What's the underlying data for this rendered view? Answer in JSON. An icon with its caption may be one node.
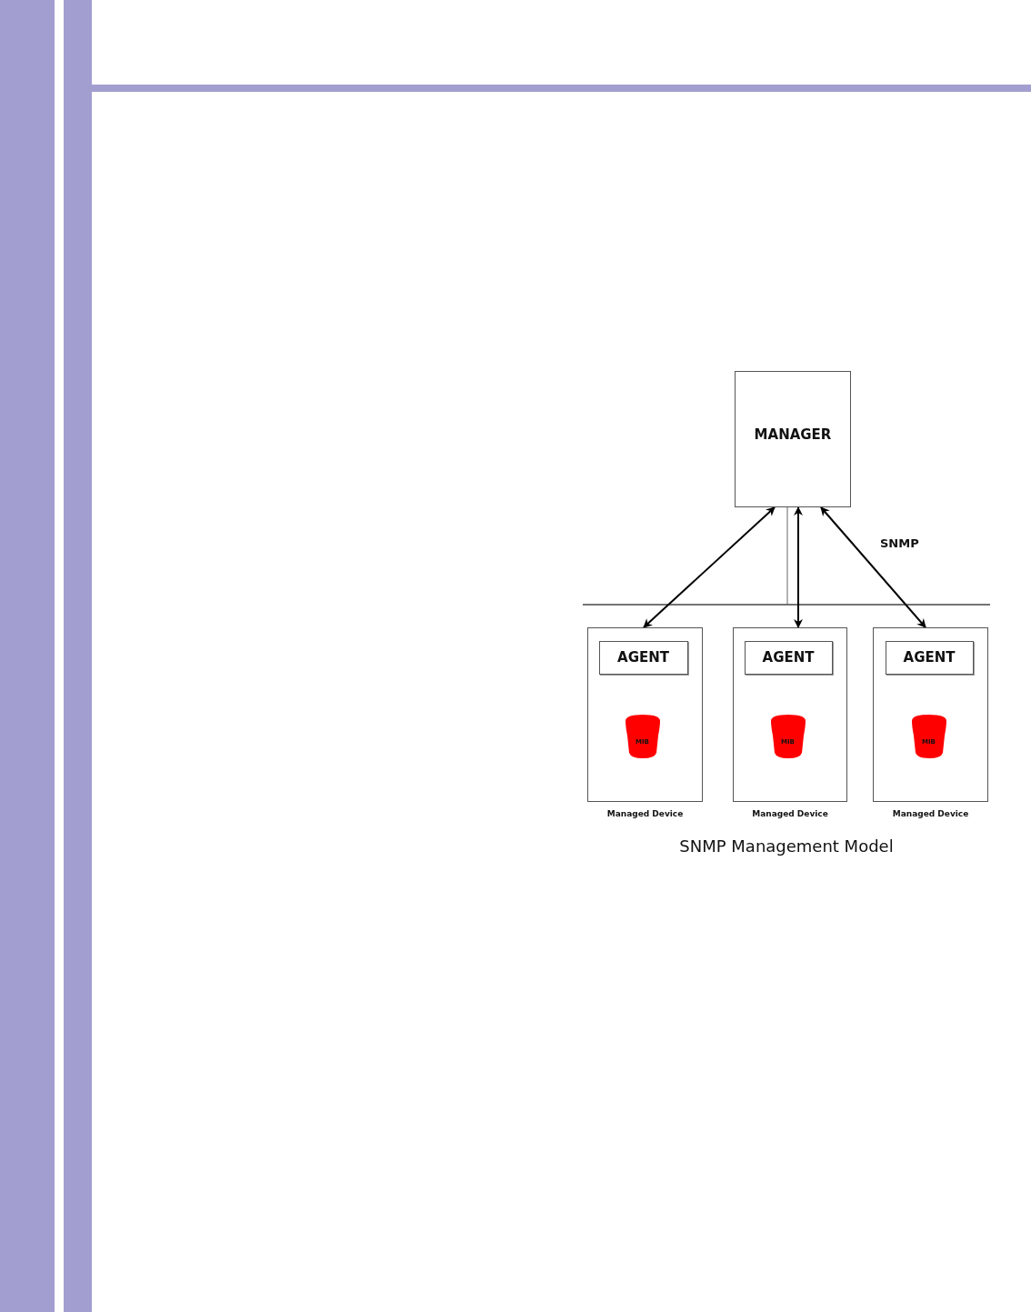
{
  "diagram": {
    "caption": "SNMP Management Model",
    "nodes": [
      {
        "text": [
          "MANAGER"
        ]
      },
      {
        "text": [],
        "shape": "box",
        "beside": [
          "Managed Device"
        ]
      },
      {
        "text": [
          "AGENT"
        ],
        "in": 1
      },
      {
        "text": [
          "MIB"
        ],
        "in": 1
      },
      {
        "text": [],
        "shape": "box",
        "beside": [
          "Managed Device"
        ]
      },
      {
        "text": [
          "AGENT"
        ],
        "in": 4
      },
      {
        "text": [
          "MIB"
        ],
        "in": 4
      },
      {
        "text": [],
        "shape": "box",
        "beside": [
          "Managed Device"
        ]
      },
      {
        "text": [
          "AGENT"
        ],
        "in": 7
      },
      {
        "text": [
          "MIB"
        ],
        "in": 7
      }
    ],
    "edges": [
      {
        "from": 0,
        "to": 1,
        "arrow": "both"
      },
      {
        "from": 0,
        "to": 4,
        "arrow": "both"
      },
      {
        "from": 0,
        "to": 7,
        "arrow": "both"
      }
    ],
    "labels": [
      "SNMP"
    ]
  }
}
